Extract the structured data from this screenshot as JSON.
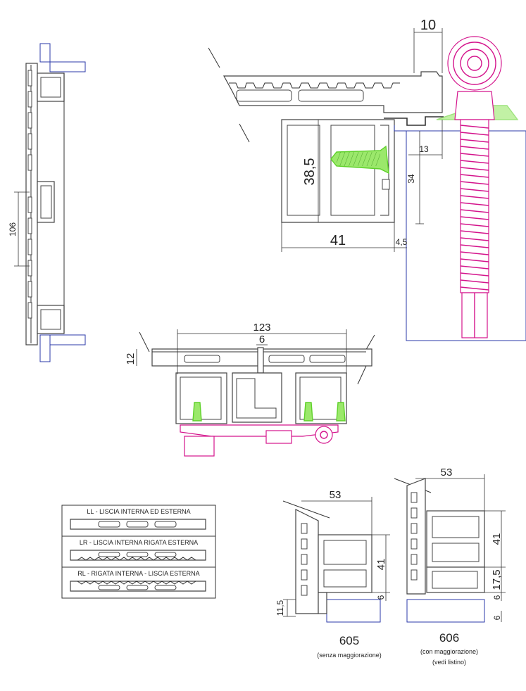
{
  "dimensions": {
    "d10": "10",
    "d13": "13",
    "d34": "34",
    "d38_5": "38,5",
    "d41_top": "41",
    "d4_5": "4,5",
    "d106": "106",
    "d123": "123",
    "d6_mid": "6",
    "d12": "12",
    "d53_left": "53",
    "d41_left": "41",
    "d6_left": "6",
    "d11_5": "11,5",
    "d53_right": "53",
    "d41_right": "41",
    "d17_5": "17,5",
    "d6_right_a": "6",
    "d6_right_b": "6"
  },
  "legend": {
    "ll": "LL - LISCIA INTERNA ED ESTERNA",
    "lr": "LR - LISCIA INTERNA RIGATA ESTERNA",
    "rl": "RL - RIGATA INTERNA - LISCIA ESTERNA"
  },
  "sections": {
    "s605_code": "605",
    "s605_note": "(senza maggiorazione)",
    "s606_code": "606",
    "s606_note1": "(con maggiorazione)",
    "s606_note2": "(vedi listino)"
  },
  "colors": {
    "hardware": "#d4148c",
    "screw": "#5fd12a",
    "outline": "#333333"
  }
}
